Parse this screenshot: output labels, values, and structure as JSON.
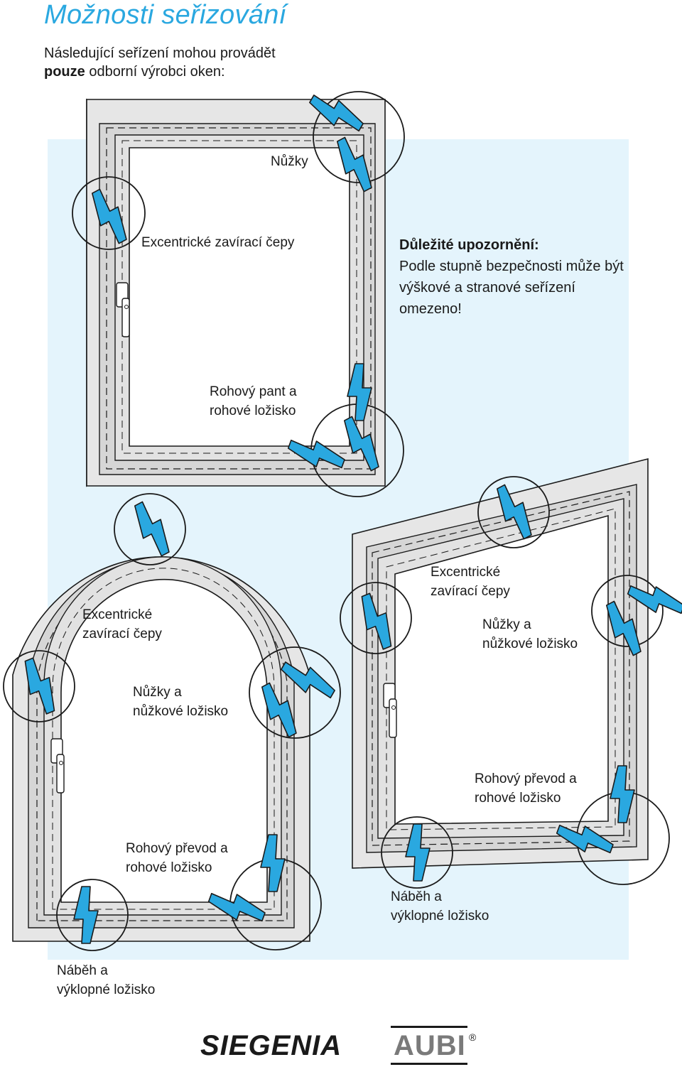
{
  "title": "Možnosti seřizování",
  "intro": {
    "line1": "Následující seřízení mohou provádět",
    "line2_bold": "pouze",
    "line2_rest": " odborní výrobci oken:"
  },
  "notice": {
    "heading": "Důležité upozornění:",
    "body": "Podle stupně bezpečnosti může být výškové a stranové seřízení omezeno!"
  },
  "labels": {
    "top_nuzky": "Nůžky",
    "top_excentricke": "Excentrické zavírací čepy",
    "top_rohovy_pant_1": "Rohový pant a",
    "top_rohovy_pant_2": "rohové ložisko",
    "arch_excentricke_1": "Excentrické",
    "arch_excentricke_2": "zavírací čepy",
    "arch_nuzky_1": "Nůžky a",
    "arch_nuzky_2": "nůžkové ložisko",
    "arch_rohovy_1": "Rohový převod a",
    "arch_rohovy_2": "rohové ložisko",
    "arch_nabeh_1": "Náběh a",
    "arch_nabeh_2": "výklopné ložisko",
    "right_excentricke_1": "Excentrické",
    "right_excentricke_2": "zavírací čepy",
    "right_nuzky_1": "Nůžky a",
    "right_nuzky_2": "nůžkové ložisko",
    "right_rohovy_1": "Rohový převod a",
    "right_rohovy_2": "rohové ložisko",
    "right_nabeh_1": "Náběh a",
    "right_nabeh_2": "výklopné ložisko"
  },
  "logo": {
    "brand1": "SIEGENIA",
    "brand2": "AUBI",
    "reg": "®"
  },
  "colors": {
    "accent": "#2aa8e0",
    "background_panel": "#e4f4fc",
    "frame_fill": "#e6e6e6",
    "frame_inner": "#cfcfcf",
    "stroke": "#1a1a1a"
  }
}
